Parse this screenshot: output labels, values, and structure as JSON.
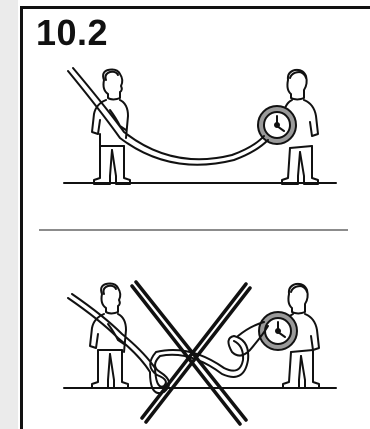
{
  "document": {
    "step_number": "10.2"
  },
  "panels": [
    {
      "name": "correct-method",
      "icon": "two-people-unrolling-hose-figure"
    },
    {
      "name": "incorrect-method",
      "icon": "crossed-out-kinked-hose-figure"
    }
  ],
  "colors": {
    "line": "#111111",
    "divider": "#8c8c8c",
    "reel_fill": "#9a9a9a",
    "sidebar": "#ebebeb"
  }
}
